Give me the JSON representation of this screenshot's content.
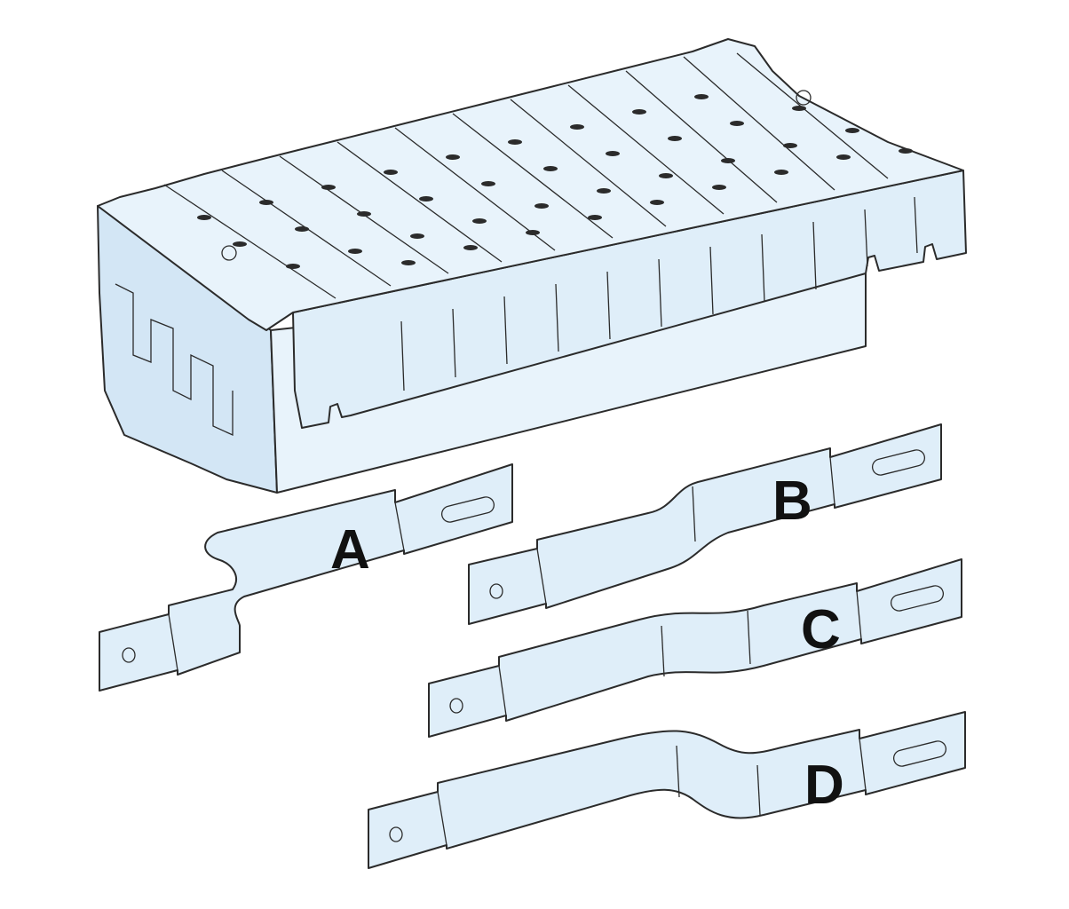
{
  "diagram": {
    "colors": {
      "part_fill": "#dfeef9",
      "part_fill_light": "#e8f3fb",
      "part_fill_shade": "#d3e6f5",
      "outline": "#2b2b2b",
      "label_text": "#111111"
    },
    "labels": {
      "a": "A",
      "b": "B",
      "c": "C",
      "d": "D"
    }
  }
}
